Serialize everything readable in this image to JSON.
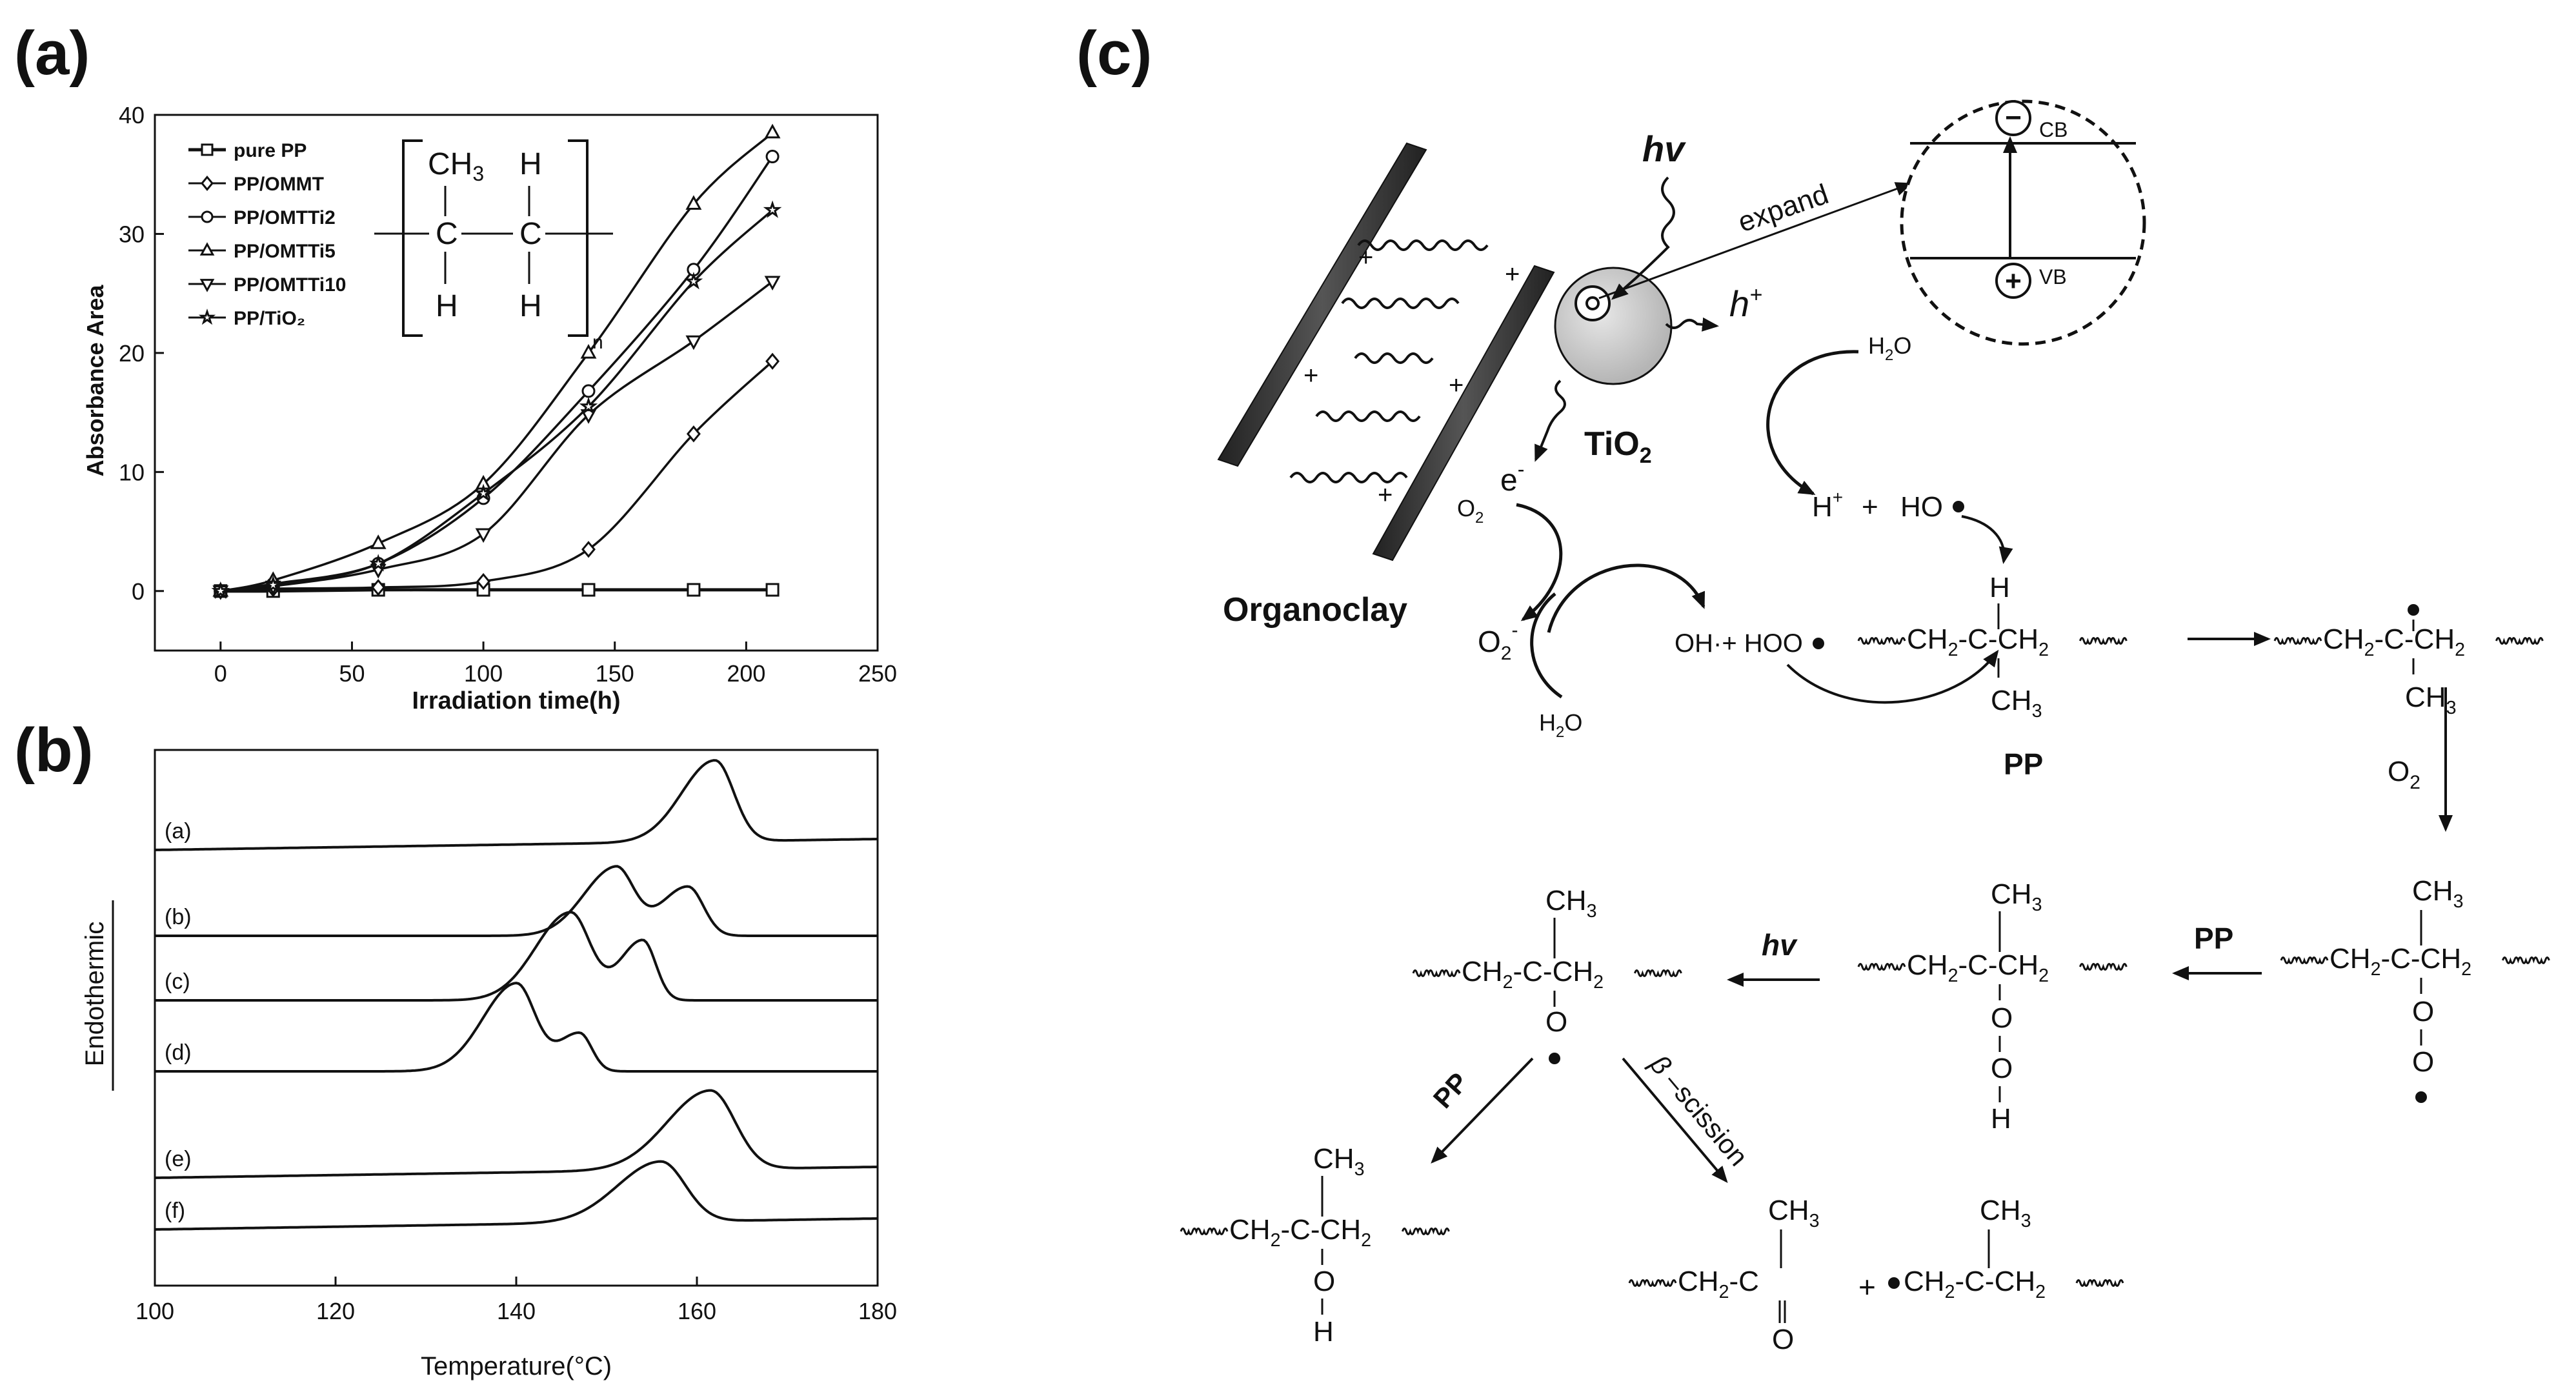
{
  "panels": {
    "a": {
      "letter": "(a)"
    },
    "b": {
      "letter": "(b)"
    },
    "c": {
      "letter": "(c)"
    }
  },
  "chart_data": [
    {
      "type": "line",
      "xlabel": "Irradiation  time(h)",
      "ylabel": "Absorbance Area",
      "xlim": [
        -25,
        250
      ],
      "ylim": [
        -5,
        40
      ],
      "xticks": [
        0,
        50,
        100,
        150,
        200,
        250
      ],
      "yticks": [
        0,
        10,
        20,
        30,
        40
      ],
      "grid": false,
      "legend_position": "top-left",
      "series": [
        {
          "name": "pure PP",
          "marker": "square",
          "x": [
            0,
            20,
            60,
            100,
            140,
            180,
            210
          ],
          "y": [
            0,
            0,
            0.1,
            0.1,
            0.1,
            0.1,
            0.1
          ]
        },
        {
          "name": "PP/OMMT",
          "marker": "diamond",
          "x": [
            0,
            20,
            60,
            100,
            140,
            180,
            210
          ],
          "y": [
            0,
            0.2,
            0.3,
            0.8,
            3.5,
            13.2,
            19.3
          ]
        },
        {
          "name": "PP/OMTTi2",
          "marker": "circle",
          "x": [
            0,
            20,
            60,
            100,
            140,
            180,
            210
          ],
          "y": [
            0,
            0.6,
            2.3,
            7.8,
            16.8,
            27,
            36.5
          ]
        },
        {
          "name": "PP/OMTTi5",
          "marker": "triangle-up",
          "x": [
            0,
            20,
            60,
            100,
            140,
            180,
            210
          ],
          "y": [
            0,
            0.9,
            4,
            9,
            20,
            32.5,
            38.5
          ]
        },
        {
          "name": "PP/OMTTi10",
          "marker": "triangle-down",
          "x": [
            0,
            20,
            60,
            100,
            140,
            180,
            210
          ],
          "y": [
            0,
            0.4,
            1.8,
            4.8,
            14.8,
            21,
            26
          ]
        },
        {
          "name": "PP/TiO<sub>2</sub>",
          "display_name": "PP/TiO₂",
          "marker": "star",
          "x": [
            0,
            20,
            60,
            100,
            140,
            180,
            210
          ],
          "y": [
            0,
            0.5,
            2.3,
            8.2,
            15.5,
            26,
            32
          ]
        }
      ],
      "inset_structure": {
        "top_left": "CH3",
        "top_right": "H",
        "bottom_left": "H",
        "bottom_right": "H",
        "atom": "C",
        "subscript": "n"
      }
    },
    {
      "type": "line",
      "xlabel": "Temperature(°C)",
      "ylabel": "Endothermic",
      "xlim": [
        100,
        180
      ],
      "xticks": [
        100,
        120,
        140,
        160,
        180
      ],
      "grid": false,
      "series": [
        {
          "name": "(a)",
          "label": "(a)",
          "baseline": 0.1,
          "peaks": [
            {
              "center": 162,
              "height": 0.74,
              "width": 2.3
            }
          ]
        },
        {
          "name": "(b)",
          "label": "(b)",
          "baseline": 0.0,
          "peaks": [
            {
              "center": 151,
              "height": 0.62,
              "width": 2.2
            },
            {
              "center": 159,
              "height": 0.45,
              "width": 1.9
            }
          ]
        },
        {
          "name": "(c)",
          "label": "(c)",
          "baseline": 0.0,
          "peaks": [
            {
              "center": 146,
              "height": 0.8,
              "width": 2.4
            },
            {
              "center": 154,
              "height": 0.55,
              "width": 1.6
            }
          ]
        },
        {
          "name": "(d)",
          "label": "(d)",
          "baseline": 0.0,
          "peaks": [
            {
              "center": 140,
              "height": 0.8,
              "width": 2.3
            },
            {
              "center": 147,
              "height": 0.35,
              "width": 1.5
            }
          ]
        },
        {
          "name": "(e)",
          "label": "(e)",
          "baseline": 0.1,
          "peaks": [
            {
              "center": 161.5,
              "height": 0.72,
              "width": 3.0
            }
          ]
        },
        {
          "name": "(f)",
          "label": "(f)",
          "baseline": 0.1,
          "peaks": [
            {
              "center": 156,
              "height": 0.55,
              "width": 3.0
            }
          ]
        }
      ]
    }
  ],
  "scheme": {
    "organoclay": "Organoclay",
    "hv": "hv",
    "expand": "expand",
    "tio2": "TiO",
    "tio2_sub": "2",
    "cb": "CB",
    "vb": "VB",
    "minus": "−",
    "plus": "+",
    "h_plus": "h",
    "h_plus_sup": "+",
    "e_minus": "e",
    "e_minus_sup": "-",
    "o2_small": "O",
    "o2_small_sub": "2",
    "o2_radical": "O",
    "o2_radical_sub": "2",
    "o2_radical_sup": "-",
    "h2o": "H",
    "h2o_sub": "2",
    "h2o_tail": "O",
    "h_ion": "H",
    "h_ion_sup": "+",
    "plus_sign": "+",
    "ho_radical": "HO",
    "oh_hoo": "OH",
    "oh_hoo_tail": "·+ HOO",
    "pp_label": "PP",
    "o2_arrow": "O",
    "o2_arrow_sub": "2",
    "pp_arrow": "PP",
    "hv_arrow": "hv",
    "pp_arrow2": "PP",
    "beta": "β",
    "scission": " –scission",
    "chain_ch2": "CH",
    "chain_sub2": "2",
    "chain_c": "C",
    "ch3": "CH",
    "ch3_sub": "3",
    "h_atom": "H",
    "o_atom": "O"
  }
}
